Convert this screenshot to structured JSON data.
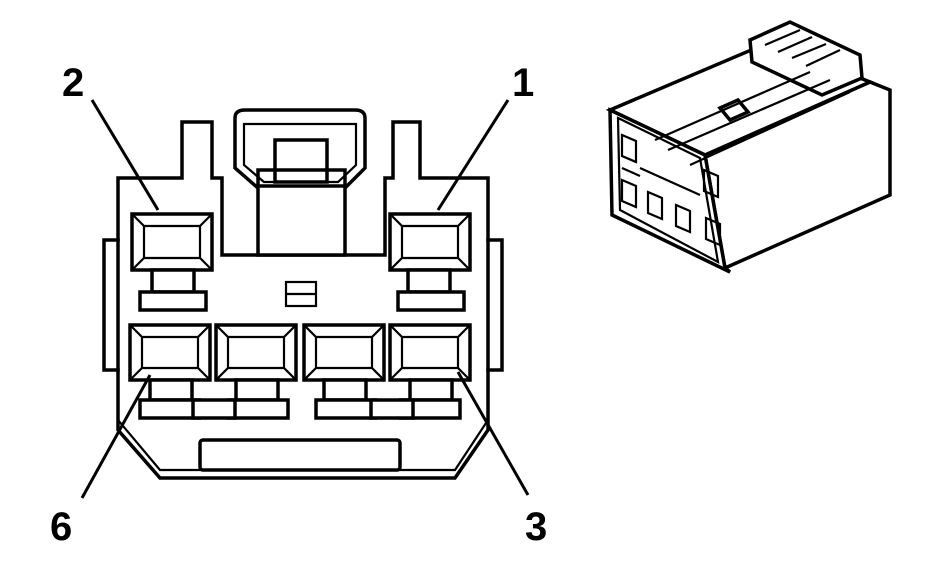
{
  "diagram": {
    "pin_labels": {
      "pin_1": "1",
      "pin_2": "2",
      "pin_3": "3",
      "pin_6": "6"
    },
    "colors": {
      "line": "#000000",
      "background": "#ffffff"
    }
  }
}
